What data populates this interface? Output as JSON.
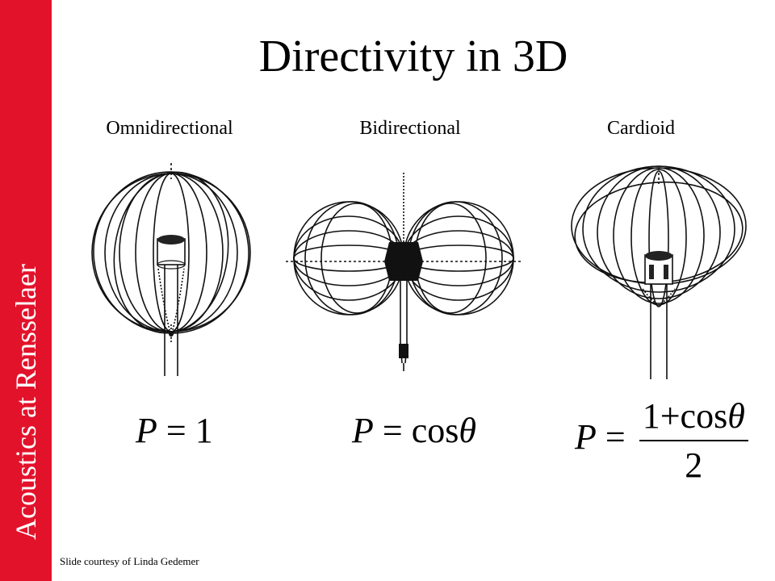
{
  "sidebar": {
    "text": "Acoustics at Rensselaer",
    "color": "#e3122b"
  },
  "title": "Directivity in 3D",
  "columns": [
    {
      "label": "Omnidirectional",
      "formula": {
        "lhs": "P",
        "rhs": "1"
      }
    },
    {
      "label": "Bidirectional",
      "formula": {
        "lhs": "P",
        "rhs": "cos",
        "var": "θ"
      }
    },
    {
      "label": "Cardioid",
      "formula": {
        "lhs": "P",
        "numerator": "1+cos",
        "var": "θ",
        "denominator": "2"
      }
    }
  ],
  "footer": {
    "credit": "Slide courtesy of Linda Gedemer"
  }
}
